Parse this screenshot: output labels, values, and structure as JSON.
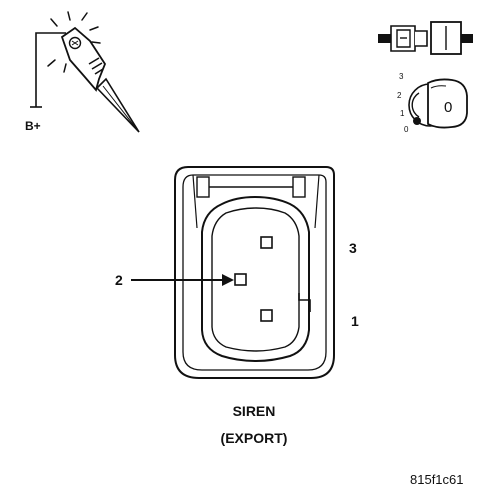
{
  "diagram": {
    "probe_icon": {
      "label": "B+"
    },
    "connector_icon": {},
    "ignition_icon": {
      "positions": [
        "3",
        "2",
        "1",
        "0"
      ],
      "key_label": "0"
    },
    "connector": {
      "callout_pin": "2",
      "pin_top_label": "3",
      "pin_bottom_label": "1"
    },
    "caption": {
      "line1": "SIREN",
      "line2": "(EXPORT)"
    },
    "figure_id": "815f1c61"
  }
}
